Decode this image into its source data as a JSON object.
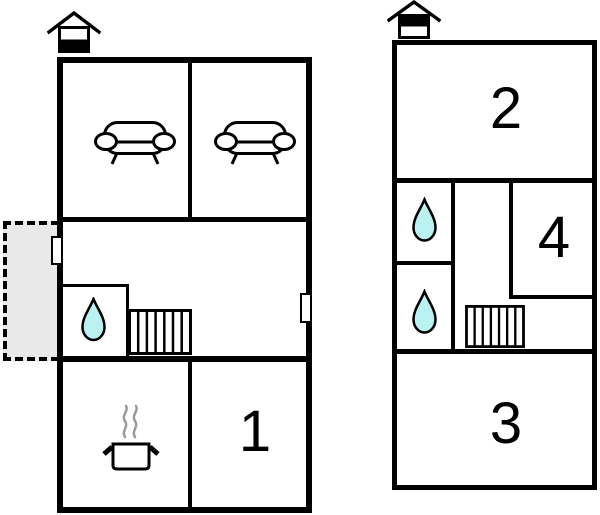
{
  "colors": {
    "wall": "#000000",
    "background": "#ffffff",
    "drop_fill": "#b9f2f0",
    "terrace_fill": "#e9e9e9",
    "steam": "#9b9b9b",
    "door_fill": "#ffffff"
  },
  "ground_floor": {
    "indicator_icon": "house-lower-half-filled",
    "rooms": {
      "room1": "1"
    },
    "features": [
      "sofa",
      "sofa",
      "terrace",
      "door",
      "door",
      "water-drop",
      "stairs",
      "cooking-pot"
    ]
  },
  "upper_floor": {
    "indicator_icon": "house-upper-half-filled",
    "rooms": {
      "room2": "2",
      "room4": "4",
      "room3": "3"
    },
    "features": [
      "water-drop",
      "water-drop",
      "stairs"
    ]
  }
}
